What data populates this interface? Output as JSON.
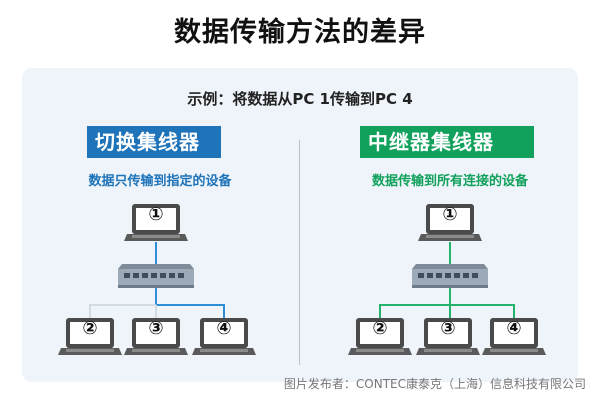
{
  "title": "数据传输方法的差异",
  "example": "示例：将数据从PC 1传输到PC 4",
  "left": {
    "badge": "切换集线器",
    "description": "数据只传输到指定的设备",
    "pc_labels": [
      "①",
      "②",
      "③",
      "④"
    ]
  },
  "right": {
    "badge": "中继器集线器",
    "description": "数据传输到所有连接的设备",
    "pc_labels": [
      "①",
      "②",
      "③",
      "④"
    ]
  },
  "colors": {
    "switch_blue": "#1e73b9",
    "repeater_green": "#11a15c",
    "left_line": "#2e8fd6",
    "right_line": "#23b36a"
  },
  "icons": [
    "laptop-icon",
    "hub-icon"
  ],
  "credit": "图片发布者：CONTEC康泰克（上海）信息科技有限公司"
}
